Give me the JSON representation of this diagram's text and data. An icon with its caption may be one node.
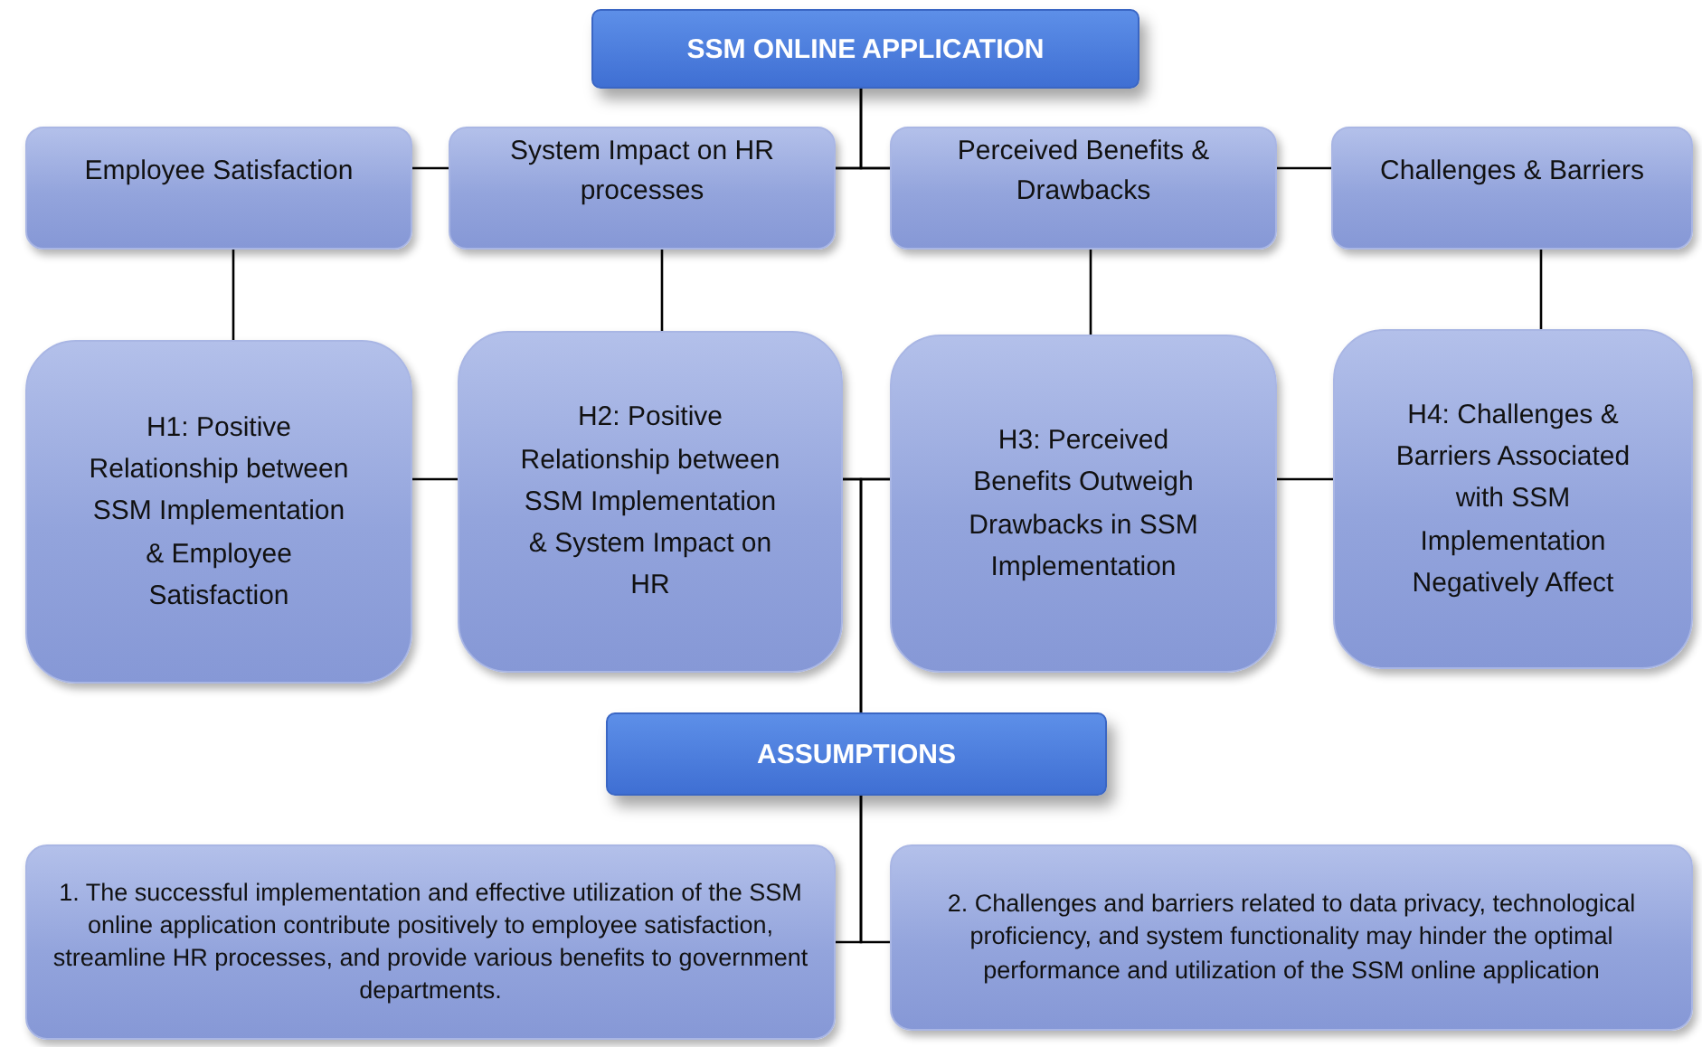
{
  "diagram": {
    "nodes": [
      {
        "text": [
          "SSM ONLINE APPLICATION"
        ]
      },
      {
        "text": [
          "Employee Satisfaction"
        ]
      },
      {
        "text": [
          "System Impact on HR processes"
        ]
      },
      {
        "text": [
          "Perceived Benefits & Drawbacks"
        ]
      },
      {
        "text": [
          "Challenges & Barriers"
        ]
      },
      {
        "text": [
          "H1: Positive Relationship between SSM Implementation & Employee Satisfaction"
        ]
      },
      {
        "text": [
          "H2: Positive Relationship between SSM Implementation & System Impact on HR"
        ]
      },
      {
        "text": [
          "H3: Perceived Benefits Outweigh Drawbacks in SSM Implementation"
        ]
      },
      {
        "text": [
          "H4: Challenges & Barriers Associated with SSM Implementation Negatively Affect"
        ]
      },
      {
        "text": [
          "ASSUMPTIONS"
        ]
      },
      {
        "text": [
          "1. The successful implementation and effective utilization of the SSM online application contribute positively to employee satisfaction, streamline HR processes, and provide various benefits to government departments."
        ]
      },
      {
        "text": [
          "2. Challenges and barriers related to data privacy, technological proficiency, and system functionality may hinder the optimal performance and utilization of the SSM online application"
        ]
      }
    ],
    "edges": [
      {
        "from": 1,
        "to": 2,
        "arrow": "none"
      },
      {
        "from": 2,
        "to": 3,
        "arrow": "none"
      },
      {
        "from": 3,
        "to": 4,
        "arrow": "none"
      },
      {
        "from": 0,
        "to": 2,
        "arrow": "none"
      },
      {
        "from": 0,
        "to": 3,
        "arrow": "none"
      },
      {
        "from": 1,
        "to": 5,
        "arrow": "none"
      },
      {
        "from": 2,
        "to": 6,
        "arrow": "none"
      },
      {
        "from": 3,
        "to": 7,
        "arrow": "none"
      },
      {
        "from": 4,
        "to": 8,
        "arrow": "none"
      },
      {
        "from": 5,
        "to": 6,
        "arrow": "none"
      },
      {
        "from": 6,
        "to": 7,
        "arrow": "none"
      },
      {
        "from": 7,
        "to": 8,
        "arrow": "none"
      },
      {
        "from": 6,
        "to": 9,
        "arrow": "none"
      },
      {
        "from": 7,
        "to": 9,
        "arrow": "none"
      },
      {
        "from": 9,
        "to": 10,
        "arrow": "none"
      },
      {
        "from": 9,
        "to": 11,
        "arrow": "none"
      }
    ]
  }
}
